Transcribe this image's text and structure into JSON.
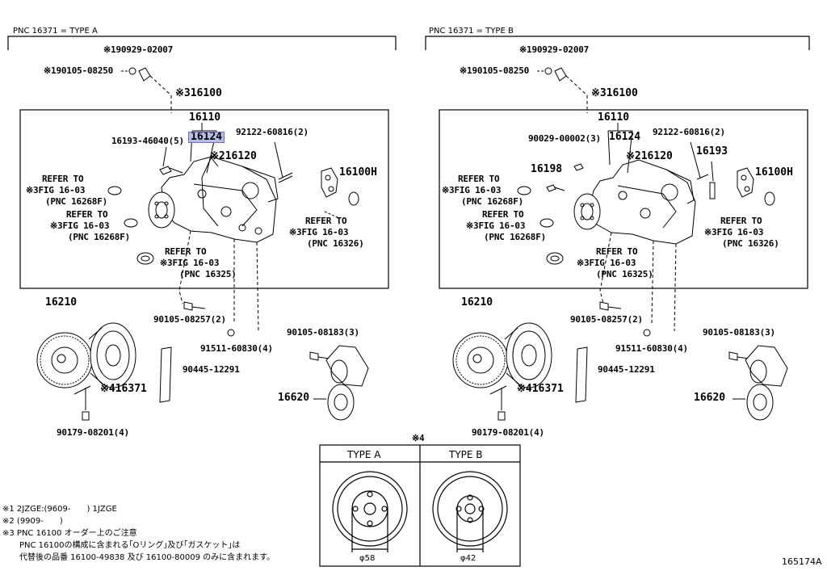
{
  "headers": {
    "left": "PNC 16371 = TYPE A",
    "right": "PNC 16371 = TYPE B"
  },
  "left": {
    "p190929": "※190929-02007",
    "p190105": "※190105-08250",
    "p16100": "※316100",
    "p16110": "16110",
    "p16193": "16193-46040(5)",
    "p16124": "16124",
    "p92122": "92122-60816(2)",
    "p16120": "※216120",
    "p16100h": "16100H",
    "refer1": [
      "REFER TO",
      "※3FIG 16-03",
      "(PNC 16268F)"
    ],
    "refer2": [
      "REFER TO",
      "※3FIG 16-03",
      "(PNC 16268F)"
    ],
    "refer3": [
      "REFER TO",
      "※3FIG 16-03",
      "(PNC 16326)"
    ],
    "refer4": [
      "REFER TO",
      "※3FIG 16-03",
      "(PNC 16325)"
    ],
    "p16210": "16210",
    "p90105a": "90105-08257(2)",
    "p90105b": "90105-08183(3)",
    "p91511": "91511-60830(4)",
    "p90445": "90445-12291",
    "p16371": "※416371",
    "p16620": "16620",
    "p90179": "90179-08201(4)"
  },
  "right": {
    "p190929": "※190929-02007",
    "p190105": "※190105-08250",
    "p16100": "※316100",
    "p16110": "16110",
    "p90029": "90029-00002(3)",
    "p16124": "16124",
    "p92122": "92122-60816(2)",
    "p16120": "※216120",
    "p16193": "16193",
    "p16198": "16198",
    "p16100h": "16100H",
    "refer1": [
      "REFER TO",
      "※3FIG 16-03",
      "(PNC 16268F)"
    ],
    "refer2": [
      "REFER TO",
      "※3FIG 16-03",
      "(PNC 16268F)"
    ],
    "refer3": [
      "REFER TO",
      "※3FIG 16-03",
      "(PNC 16326)"
    ],
    "refer4": [
      "REFER TO",
      "※3FIG 16-03",
      "(PNC 16325)"
    ],
    "p16210": "16210",
    "p90105a": "90105-08257(2)",
    "p90105b": "90105-08183(3)",
    "p91511": "91511-60830(4)",
    "p90445": "90445-12291",
    "p16371": "※416371",
    "p16620": "16620",
    "p90179": "90179-08201(4)"
  },
  "inset": {
    "marker": "※4",
    "type_a": "TYPE A",
    "type_b": "TYPE B",
    "phi_a": "φ58",
    "phi_b": "φ42"
  },
  "notes": [
    "※1 2JZGE:(9609-　　) 1JZGE",
    "※2 (9909-　　)",
    "※3 PNC 16100 オーダー上のご注意",
    "PNC 16100の構成に含まれる｢Oリング｣及び｢ガスケット｣は",
    "代替後の品番  16100-49838 及び 16100-80009 のみに含まれます。"
  ],
  "figure_number": "165174A",
  "highlight_color": "#b9bde6"
}
